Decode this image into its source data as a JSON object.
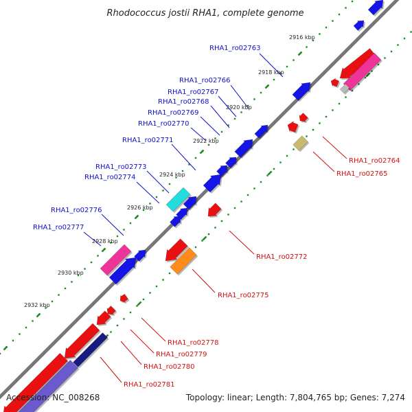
{
  "title": "Rhodococcus jostii RHA1, complete genome",
  "footer": {
    "accession": "Accession: NC_008268",
    "summary": "Topology: linear; Length: 7,804,765 bp; Genes: 7,274"
  },
  "ticks": [
    "2916 kbp",
    "2918 kbp",
    "2920 kbp",
    "2922 kbp",
    "2924 kbp",
    "2926 kbp",
    "2928 kbp",
    "2930 kbp",
    "2932 kbp"
  ],
  "labels": {
    "forward": [
      "RHA1_ro02763",
      "RHA1_ro02766",
      "RHA1_ro02767",
      "RHA1_ro02768",
      "RHA1_ro02769",
      "RHA1_ro02770",
      "RHA1_ro02771",
      "RHA1_ro02773",
      "RHA1_ro02774",
      "RHA1_ro02776",
      "RHA1_ro02777"
    ],
    "reverse": [
      "RHA1_ro02764",
      "RHA1_ro02765",
      "RHA1_ro02772",
      "RHA1_ro02775",
      "RHA1_ro02778",
      "RHA1_ro02779",
      "RHA1_ro02780",
      "RHA1_ro02781"
    ]
  },
  "colors": {
    "forward_gene": "#1515e8",
    "reverse_gene": "#e81010",
    "backbone": "#777777",
    "tick_mark": "#1f8a1f",
    "forward_label": "#1010c8",
    "reverse_label": "#d01010",
    "magenta_feature": "#ee3399",
    "cyan_feature": "#22dddd",
    "orange_feature": "#ff8c1a",
    "khaki_feature": "#c8bb70",
    "gray_feature": "#bbbbbb",
    "slate_feature": "#6a5acd",
    "navy_feature": "#1a1a80"
  }
}
